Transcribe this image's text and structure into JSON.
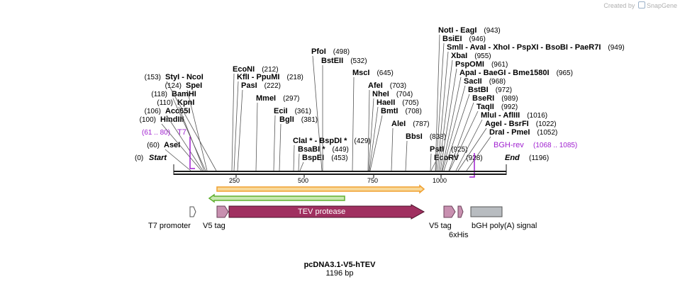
{
  "branding": {
    "created_by": "Created by",
    "product": "SnapGene"
  },
  "plasmid": {
    "name": "pcDNA3.1-V5-hTEV",
    "length_label": "1196 bp"
  },
  "ends": {
    "start_label": "Start",
    "start_pos": "(0)",
    "end_label": "End",
    "end_pos": "(1196)"
  },
  "ticks": [
    "250",
    "500",
    "750",
    "1000"
  ],
  "sites": [
    {
      "id": "AseI",
      "text": "AseI",
      "pos_label": "(60)"
    },
    {
      "id": "HindIII",
      "text": "HindIII",
      "pos_label": "(100)"
    },
    {
      "id": "Acc65I",
      "text": "Acc65I",
      "pos_label": "(106)"
    },
    {
      "id": "KpnI",
      "text": "KpnI",
      "pos_label": "(110)"
    },
    {
      "id": "BamHI",
      "text": "BamHI",
      "pos_label": "(118)"
    },
    {
      "id": "SpeI",
      "text": "SpeI",
      "pos_label": "(124)"
    },
    {
      "id": "StyI",
      "text": "StyI   - NcoI",
      "pos_label": "(153)"
    },
    {
      "id": "EcoNI",
      "text": "EcoNI",
      "pos_label": "(212)"
    },
    {
      "id": "KflI",
      "text": "KflI   - PpuMI",
      "pos_label": "(218)"
    },
    {
      "id": "PasI",
      "text": "PasI",
      "pos_label": "(222)"
    },
    {
      "id": "MmeI",
      "text": "MmeI",
      "pos_label": "(297)"
    },
    {
      "id": "EciI",
      "text": "EciI",
      "pos_label": "(361)"
    },
    {
      "id": "BglI",
      "text": "BglI",
      "pos_label": "(381)"
    },
    {
      "id": "ClaI",
      "text": "ClaI *  - BspDI *",
      "pos_label": "(429)"
    },
    {
      "id": "BsaBI",
      "text": "BsaBI *",
      "pos_label": "(449)"
    },
    {
      "id": "BspEI",
      "text": "BspEI",
      "pos_label": "(453)"
    },
    {
      "id": "PfoI",
      "text": "PfoI",
      "pos_label": "(498)"
    },
    {
      "id": "BstEII",
      "text": "BstEII",
      "pos_label": "(532)"
    },
    {
      "id": "MscI",
      "text": "MscI",
      "pos_label": "(645)"
    },
    {
      "id": "AfeI",
      "text": "AfeI",
      "pos_label": "(703)"
    },
    {
      "id": "NheI",
      "text": "NheI",
      "pos_label": "(704)"
    },
    {
      "id": "HaeII",
      "text": "HaeII",
      "pos_label": "(705)"
    },
    {
      "id": "BmtI",
      "text": "BmtI",
      "pos_label": "(708)"
    },
    {
      "id": "AleI",
      "text": "AleI",
      "pos_label": "(787)"
    },
    {
      "id": "BbsI",
      "text": "BbsI",
      "pos_label": "(838)"
    },
    {
      "id": "PstI",
      "text": "PstI",
      "pos_label": "(925)"
    },
    {
      "id": "EcoRV",
      "text": "EcoRV",
      "pos_label": "(928)"
    },
    {
      "id": "NotI",
      "text": "NotI   - EagI",
      "pos_label": "(943)"
    },
    {
      "id": "BsiEI",
      "text": "BsiEI",
      "pos_label": "(946)"
    },
    {
      "id": "SmlI",
      "text": "SmlI   - AvaI   - XhoI   - PspXI   - BsoBI   - PaeR7I",
      "pos_label": "(949)"
    },
    {
      "id": "XbaI",
      "text": "XbaI",
      "pos_label": "(955)"
    },
    {
      "id": "PspOMI",
      "text": "PspOMI",
      "pos_label": "(961)"
    },
    {
      "id": "ApaI",
      "text": "ApaI   - BaeGI   - Bme1580I",
      "pos_label": "(965)"
    },
    {
      "id": "SacII",
      "text": "SacII",
      "pos_label": "(968)"
    },
    {
      "id": "BstBI",
      "text": "BstBI",
      "pos_label": "(972)"
    },
    {
      "id": "BseRI",
      "text": "BseRI",
      "pos_label": "(989)"
    },
    {
      "id": "TaqII",
      "text": "TaqII",
      "pos_label": "(992)"
    },
    {
      "id": "MluI",
      "text": "MluI   - AflIII",
      "pos_label": "(1016)"
    },
    {
      "id": "AgeI",
      "text": "AgeI   - BsrFI",
      "pos_label": "(1022)"
    },
    {
      "id": "DraI",
      "text": "DraI   - PmeI",
      "pos_label": "(1052)"
    }
  ],
  "primers": [
    {
      "id": "T7",
      "text": "T7",
      "range_label": "(61 .. 80)"
    },
    {
      "id": "BGH-rev",
      "text": "BGH-rev",
      "range_label": "(1068 .. 1085)"
    }
  ],
  "features": [
    {
      "id": "t7-promoter",
      "label": "T7 promoter"
    },
    {
      "id": "v5-tag-1",
      "label": "V5 tag"
    },
    {
      "id": "tev-protease",
      "label": "TEV protease"
    },
    {
      "id": "v5-tag-2",
      "label": "V5 tag"
    },
    {
      "id": "6xhis",
      "label": "6xHis"
    },
    {
      "id": "bgh-polya",
      "label": "bGH poly(A) signal"
    }
  ],
  "colors": {
    "backbone": "#1a1a1a",
    "orf_orange": "#f0a030",
    "orf_fill": "#f8d898",
    "orf_green": "#60b030",
    "orf_green_fill": "#c8e8b0",
    "tev": "#a03060",
    "v5": "#c890b0",
    "polya": "#b8bcc0",
    "primer": "#a020d0"
  }
}
